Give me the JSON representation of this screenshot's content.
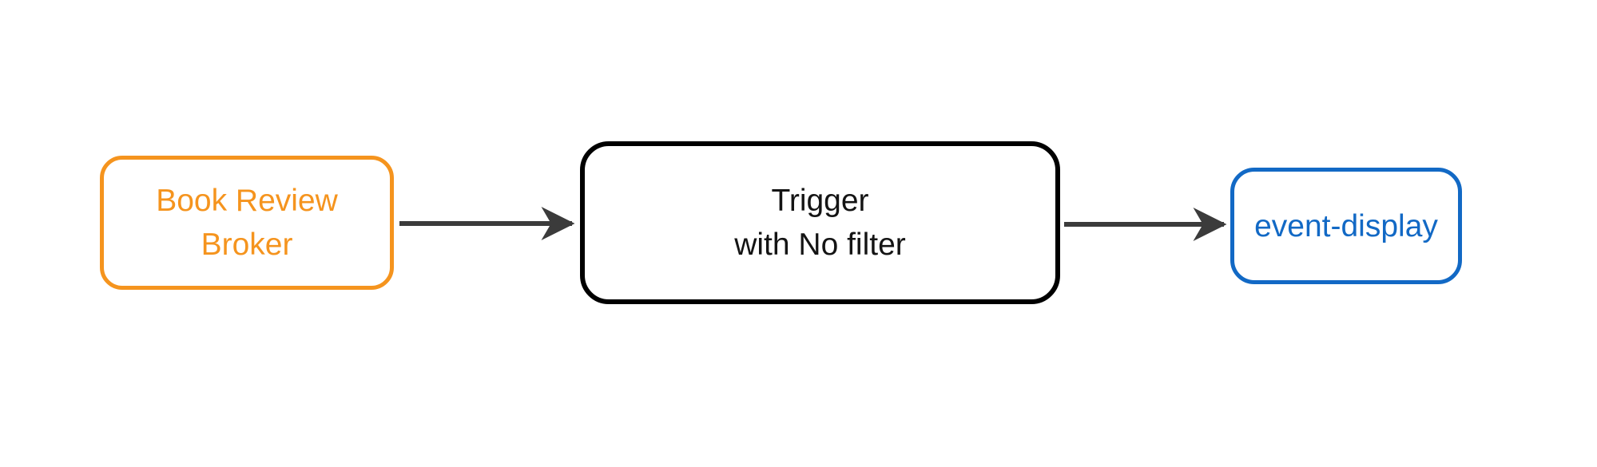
{
  "diagram": {
    "background_color": "#ffffff",
    "nodes": [
      {
        "id": "book-review-broker",
        "label_lines": [
          "Book Review",
          "Broker"
        ],
        "border_color": "#F5941E",
        "text_color": "#F5941E",
        "shape": "rounded-rect"
      },
      {
        "id": "trigger",
        "label_lines": [
          "Trigger",
          "with No filter"
        ],
        "border_color": "#000000",
        "text_color": "#141414",
        "shape": "rounded-rect"
      },
      {
        "id": "event-display",
        "label_lines": [
          "event-display"
        ],
        "border_color": "#1269C5",
        "text_color": "#1269C5",
        "shape": "rounded-rect"
      }
    ],
    "edges": [
      {
        "from": "book-review-broker",
        "to": "trigger",
        "color": "#3B3B3B",
        "style": "solid-arrow"
      },
      {
        "from": "trigger",
        "to": "event-display",
        "color": "#3B3B3B",
        "style": "solid-arrow"
      }
    ]
  }
}
